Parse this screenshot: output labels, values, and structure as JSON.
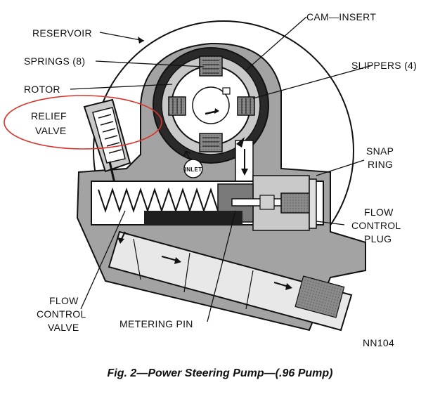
{
  "labels": {
    "cam_insert": "CAM—INSERT",
    "reservoir": "RESERVOIR",
    "springs": "SPRINGS (8)",
    "slippers": "SLIPPERS (4)",
    "rotor": "ROTOR",
    "relief_valve_1": "RELIEF",
    "relief_valve_2": "VALVE",
    "snap_ring_1": "SNAP",
    "snap_ring_2": "RING",
    "flow_control_plug_1": "FLOW",
    "flow_control_plug_2": "CONTROL",
    "flow_control_plug_3": "PLUG",
    "flow_control_valve_1": "FLOW",
    "flow_control_valve_2": "CONTROL",
    "flow_control_valve_3": "VALVE",
    "metering_pin": "METERING PIN",
    "inlet": "INLET",
    "figure_code": "NN104"
  },
  "caption": "Fig. 2—Power Steering Pump—(.96 Pump)",
  "colors": {
    "ink": "#111111",
    "body_gray": "#9a9a9a",
    "light_gray": "#d4d4d4",
    "highlight_red": "#d9342b"
  }
}
